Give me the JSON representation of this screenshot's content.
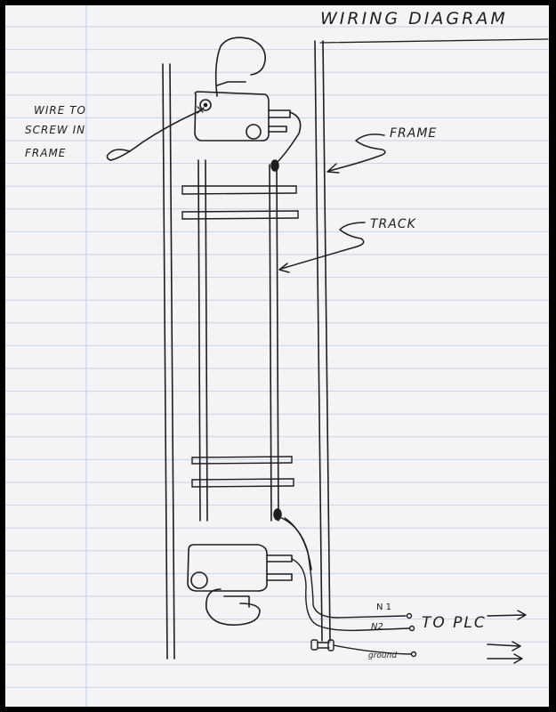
{
  "title": "WIRING DIAGRAM",
  "labels": {
    "wire_to_screw_line1": "WIRE TO",
    "wire_to_screw_line2": "SCREW IN",
    "wire_to_screw_line3": "FRAME",
    "frame": "FRAME",
    "track": "TRACK",
    "n1": "N 1",
    "n2": "N2",
    "to_plc": "TO PLC",
    "ground": "ground"
  },
  "colors": {
    "paper": "#f4f4f6",
    "ink": "#1e1e1e",
    "rule_line": "#c9d2e6",
    "margin_line": "#c9d2e6"
  }
}
